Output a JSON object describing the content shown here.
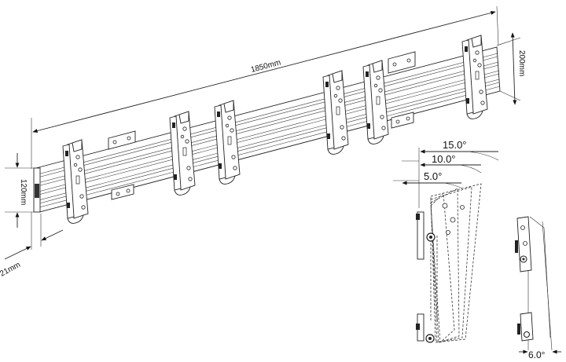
{
  "dimensions": {
    "length": "1850mm",
    "height_right": "200mm",
    "height_left": "120mm",
    "depth": "21mm"
  },
  "tilt_angles": [
    "15.0°",
    "10.0°",
    "5.0°"
  ],
  "side_angle": "6.0°",
  "brackets": [
    "bracket-1",
    "bracket-2",
    "bracket-3",
    "bracket-4",
    "bracket-5",
    "bracket-6"
  ]
}
